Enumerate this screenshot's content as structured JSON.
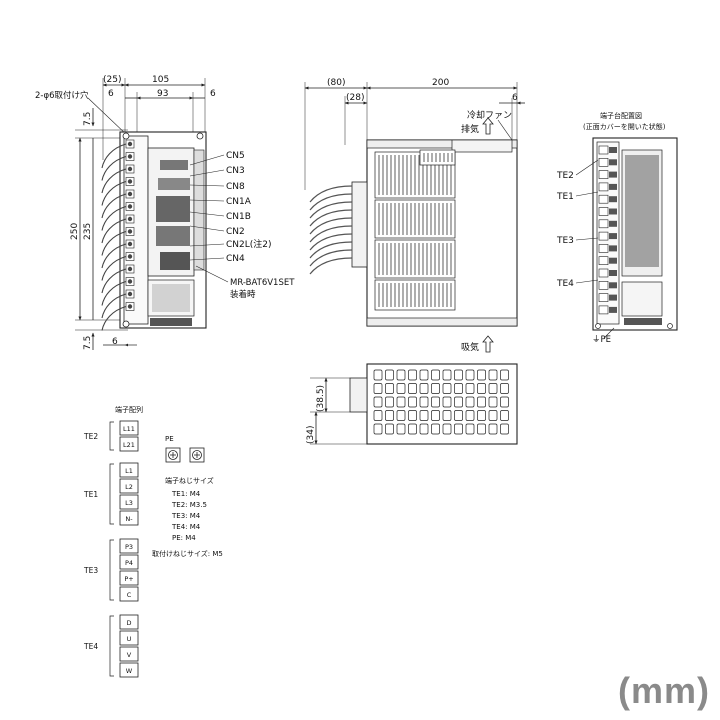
{
  "front_view": {
    "mount_hole": "2-φ6取付け穴",
    "dims": {
      "d25": "(25)",
      "d105": "105",
      "d6a": "6",
      "d93": "93",
      "d6b": "6",
      "d7_5a": "7.5",
      "d250": "250",
      "d235": "235",
      "d7_5b": "7.5",
      "d6c": "6"
    },
    "connectors": [
      "CN5",
      "CN3",
      "CN8",
      "CN1A",
      "CN1B",
      "CN2",
      "CN2L(注2)",
      "CN4"
    ],
    "battery_note_1": "MR-BAT6V1SET",
    "battery_note_2": "装着時"
  },
  "side_view": {
    "dims": {
      "d80": "(80)",
      "d28": "(28)",
      "d200": "200",
      "d6": "6"
    },
    "fan_label": "冷却ファン",
    "exhaust_label": "排気",
    "intake_label": "吸気"
  },
  "bottom_view": {
    "dims": {
      "d38_5": "(38.5)",
      "d34": "(34)"
    }
  },
  "terminal_view": {
    "title_1": "端子台配置図",
    "title_2": "(正面カバーを開いた状態)",
    "labels": [
      "TE2",
      "TE1",
      "TE3",
      "TE4"
    ],
    "pe_label": "⏚PE"
  },
  "terminal_layout": {
    "title": "端子配列",
    "groups": [
      {
        "name": "TE2",
        "pins": [
          "L11",
          "L21"
        ]
      },
      {
        "name": "TE1",
        "pins": [
          "L1",
          "L2",
          "L3",
          "N-"
        ]
      },
      {
        "name": "TE3",
        "pins": [
          "P3",
          "P4",
          "P+",
          "C"
        ]
      },
      {
        "name": "TE4",
        "pins": [
          "D",
          "U",
          "V",
          "W"
        ]
      }
    ],
    "pe_title": "PE",
    "screw_title": "端子ねじサイズ",
    "screws": [
      "TE1: M4",
      "TE2: M3.5",
      "TE3: M4",
      "TE4: M4",
      "PE: M4"
    ],
    "mount_screw": "取付けねじサイズ: M5"
  },
  "unit_label": "(mm)"
}
